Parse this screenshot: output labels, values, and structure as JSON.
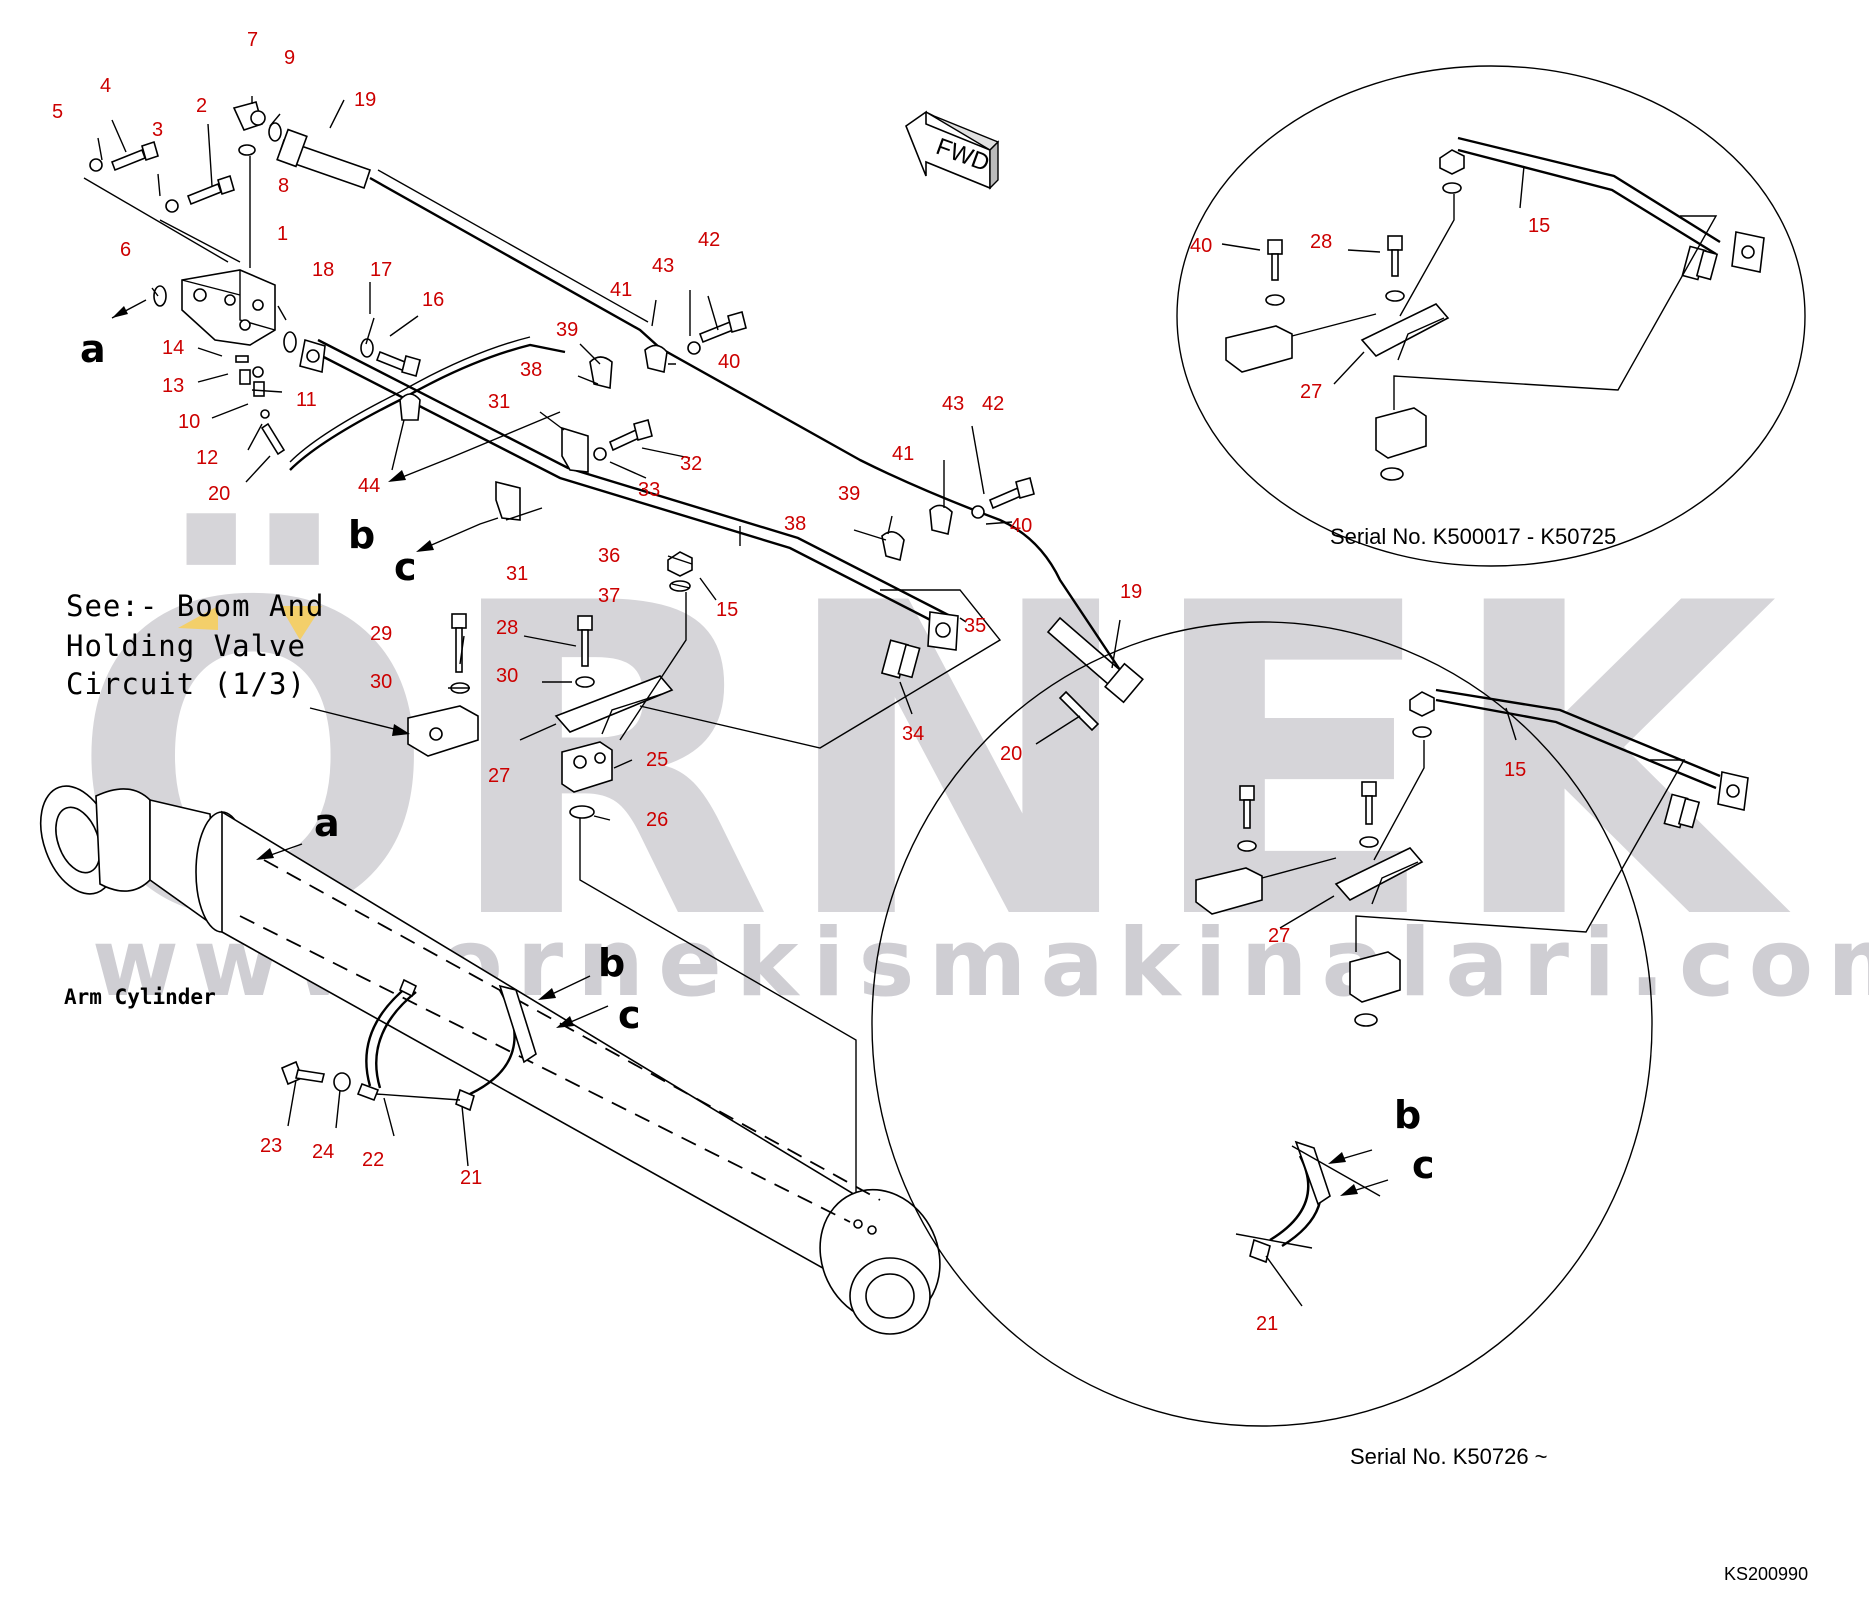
{
  "watermark": {
    "brand": "ÖRNEK",
    "url": "www.ornekismakinalari.com.tr"
  },
  "orientation": {
    "fwd_label": "FWD"
  },
  "notes": {
    "see_line1": "See:- Boom And",
    "see_line2": "Holding Valve",
    "see_line3": "Circuit (1/3)",
    "arm_cylinder": "Arm Cylinder"
  },
  "serials": {
    "detail_top": "Serial No. K500017 - K50725",
    "detail_bottom": "Serial No. K50726 ~"
  },
  "drawing_code": "KS200990",
  "view_letters": {
    "a": "a",
    "b": "b",
    "c": "c"
  },
  "callouts": {
    "n1": "1",
    "n2": "2",
    "n3": "3",
    "n4": "4",
    "n5": "5",
    "n6": "6",
    "n7": "7",
    "n8": "8",
    "n9": "9",
    "n10": "10",
    "n11": "11",
    "n12": "12",
    "n13": "13",
    "n14": "14",
    "n15": "15",
    "n16": "16",
    "n17": "17",
    "n18": "18",
    "n19": "19",
    "n20": "20",
    "n21": "21",
    "n22": "22",
    "n23": "23",
    "n24": "24",
    "n25": "25",
    "n26": "26",
    "n27": "27",
    "n28": "28",
    "n29": "29",
    "n30": "30",
    "n31": "31",
    "n32": "32",
    "n33": "33",
    "n34": "34",
    "n35": "35",
    "n36": "36",
    "n37": "37",
    "n38": "38",
    "n39": "39",
    "n40": "40",
    "n41": "41",
    "n42": "42",
    "n43": "43",
    "n44": "44"
  }
}
